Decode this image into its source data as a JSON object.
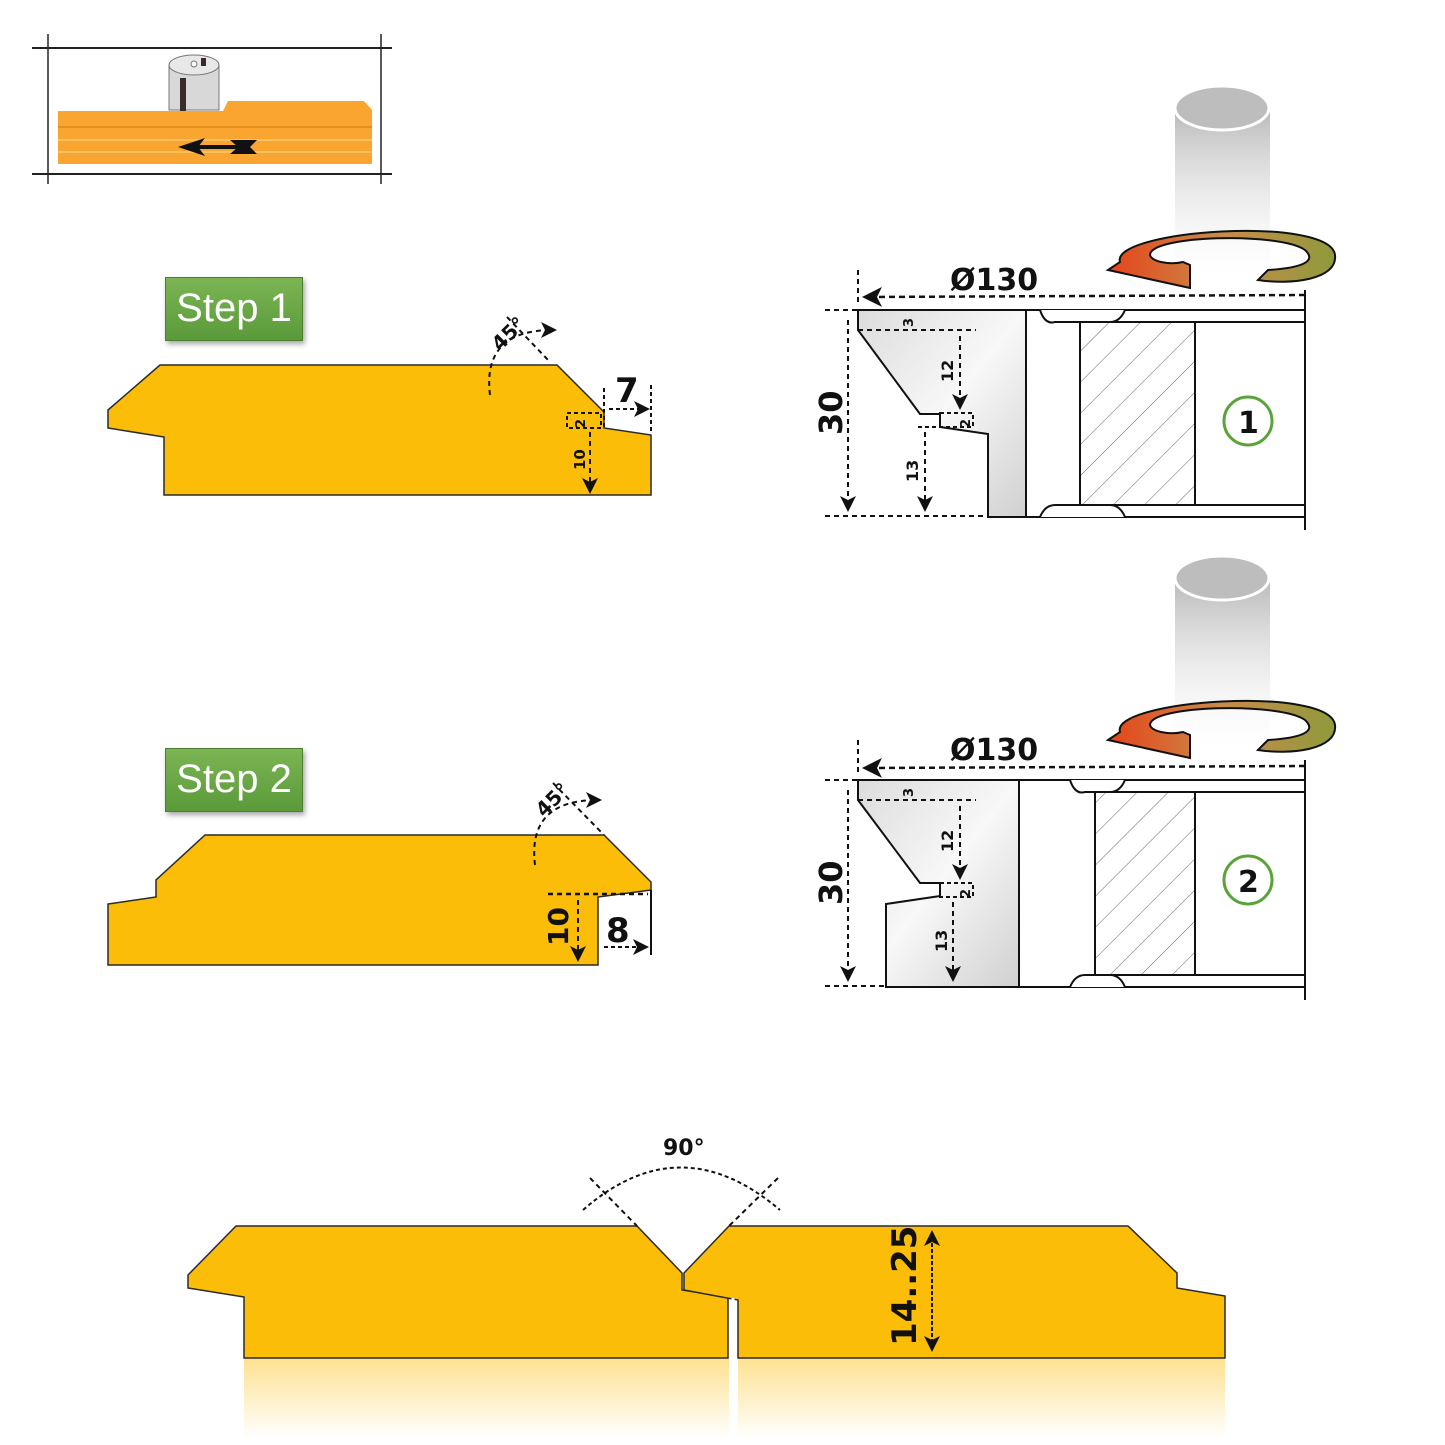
{
  "process_icon": {
    "name": "router-feed-illustration",
    "feed_direction": "left"
  },
  "step1": {
    "badge": "Step 1",
    "angle": "45°",
    "dim_width": "7",
    "dim_small": "2",
    "dim_height": "10"
  },
  "step2": {
    "badge": "Step 2",
    "angle": "45°",
    "dim_width": "8",
    "dim_height": "10"
  },
  "cutter1": {
    "diameter": "Ø130",
    "height": "30",
    "dim_top": "3",
    "dim_bevel": "12",
    "dim_step": "2",
    "dim_bottom": "13",
    "number": "1"
  },
  "cutter2": {
    "diameter": "Ø130",
    "height": "30",
    "dim_top": "3",
    "dim_bevel": "12",
    "dim_step": "2",
    "dim_bottom": "13",
    "number": "2"
  },
  "result": {
    "angle": "90°",
    "thickness": "14..25"
  },
  "colors": {
    "wood": "#fbbd08",
    "badge_green": "#6aa84f",
    "circle_green": "#5aa33a",
    "arrow_red": "#e5441a",
    "arrow_olive": "#8f9a3c",
    "cutter_gray": "#e6e6e6"
  }
}
